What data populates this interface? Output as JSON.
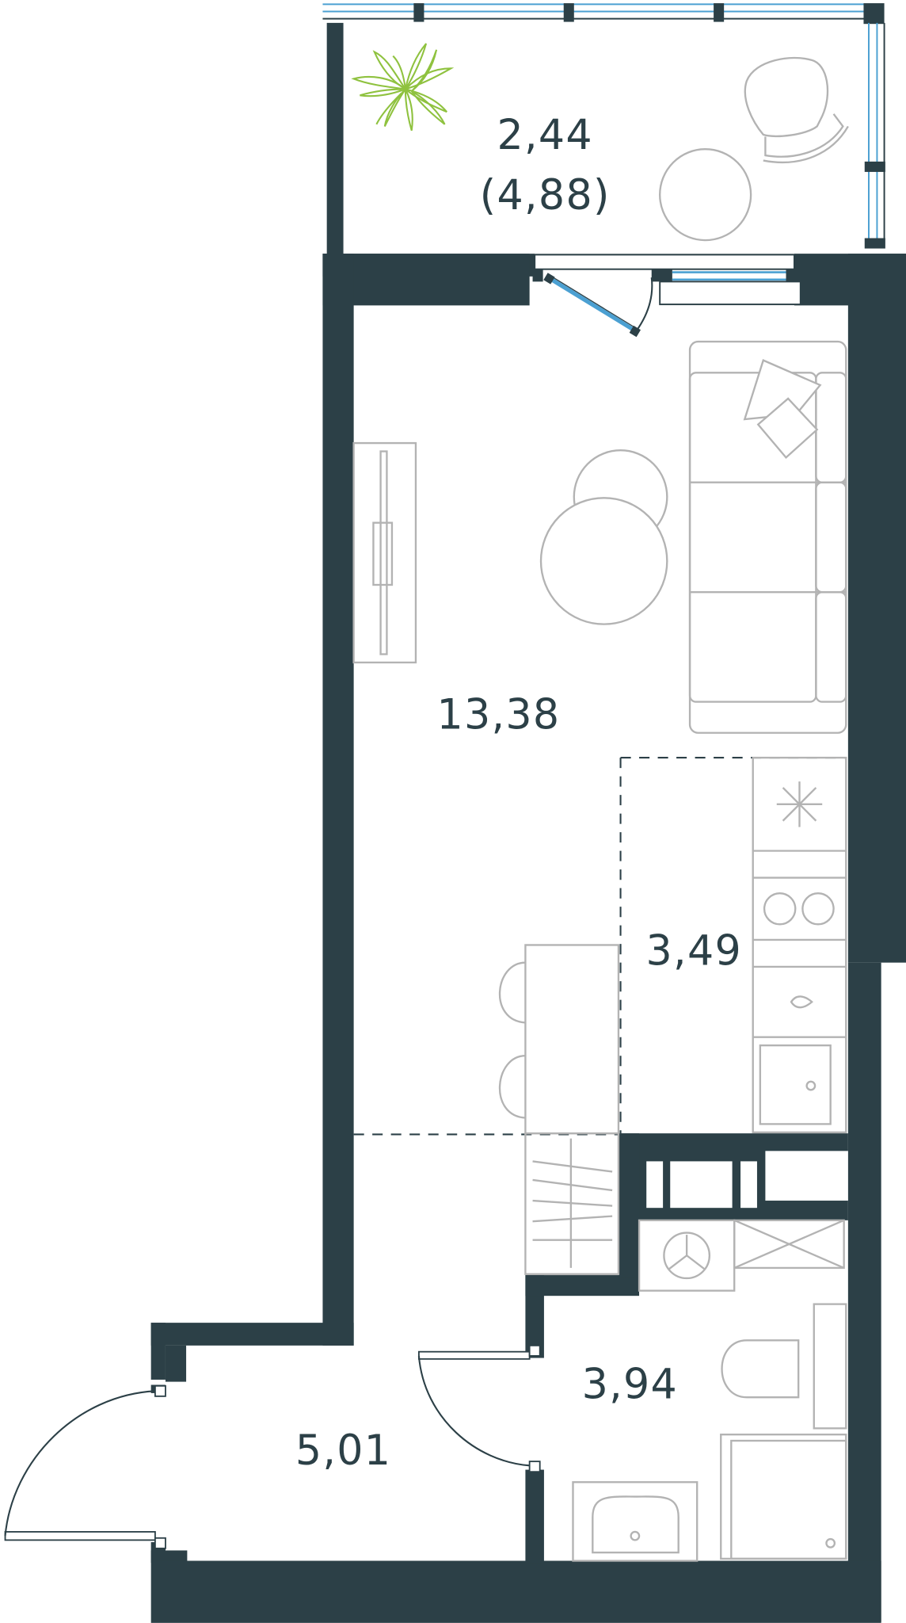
{
  "colors": {
    "wall": "#2c4047",
    "line": "#b3b3b3",
    "glass": "#4ba0d2",
    "plant": "#8fc23f",
    "text": "#2c4047",
    "background": "#ffffff"
  },
  "rooms": {
    "balcony": {
      "area": "2,44",
      "area_full": "(4,88)"
    },
    "living": {
      "area": "13,38"
    },
    "kitchen": {
      "area": "3,49"
    },
    "bathroom": {
      "area": "3,94"
    },
    "hallway": {
      "area": "5,01"
    }
  }
}
